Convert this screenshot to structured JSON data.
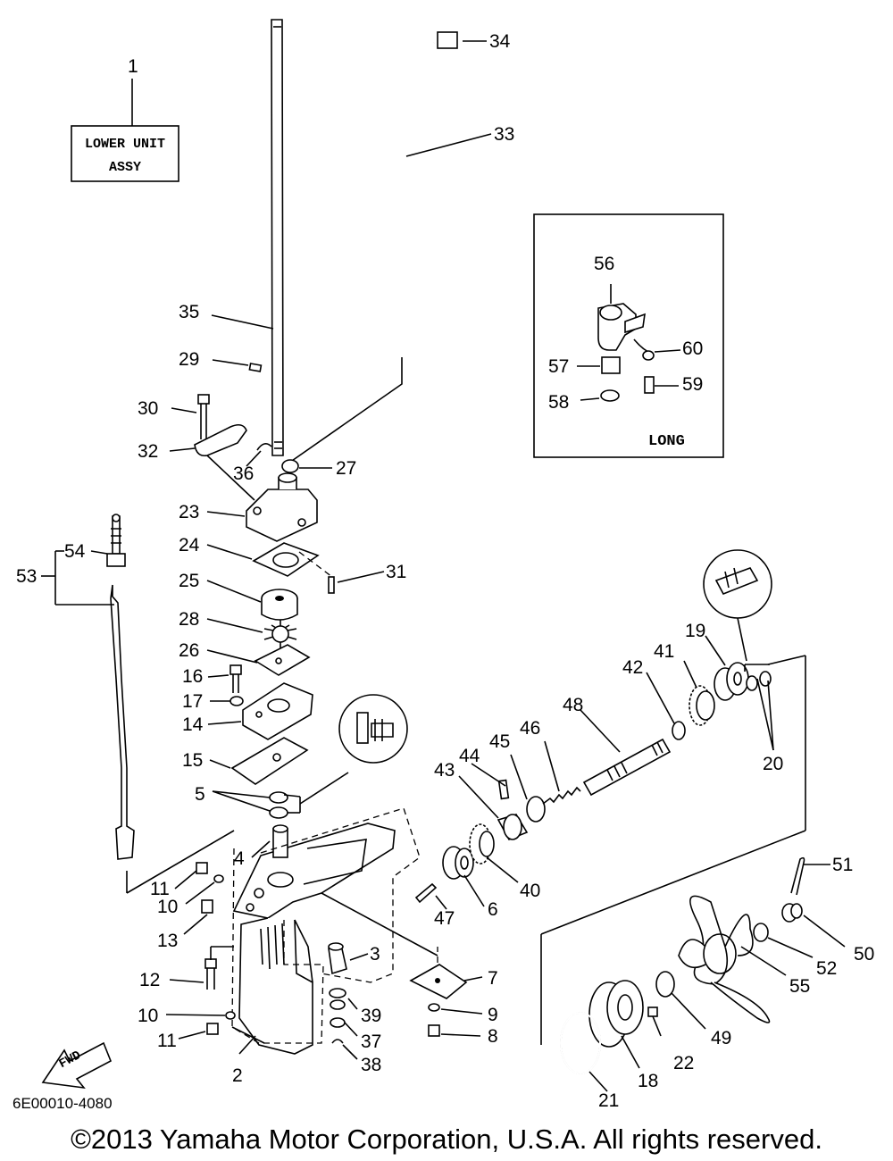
{
  "title_box": {
    "line1": "LOWER UNIT",
    "line2": "ASSY"
  },
  "long_box": {
    "label": "LONG"
  },
  "fwd_label": "FWD",
  "diagram_code": "6E00010-4080",
  "copyright": "©2013 Yamaha Motor Corporation, U.S.A. All rights reserved.",
  "callouts": {
    "c1": "1",
    "c2": "2",
    "c3": "3",
    "c4": "4",
    "c5": "5",
    "c6": "6",
    "c7": "7",
    "c8": "8",
    "c9": "9",
    "c10a": "10",
    "c10b": "10",
    "c11a": "11",
    "c11b": "11",
    "c12": "12",
    "c13": "13",
    "c14": "14",
    "c15": "15",
    "c16": "16",
    "c17": "17",
    "c18": "18",
    "c19": "19",
    "c20": "20",
    "c21": "21",
    "c22": "22",
    "c23": "23",
    "c24": "24",
    "c25": "25",
    "c26": "26",
    "c27": "27",
    "c28": "28",
    "c29": "29",
    "c30": "30",
    "c31": "31",
    "c32": "32",
    "c33": "33",
    "c34": "34",
    "c35": "35",
    "c36": "36",
    "c37": "37",
    "c38": "38",
    "c39": "39",
    "c40": "40",
    "c41": "41",
    "c42": "42",
    "c43": "43",
    "c44": "44",
    "c45": "45",
    "c46": "46",
    "c47": "47",
    "c48": "48",
    "c49": "49",
    "c50": "50",
    "c51": "51",
    "c52": "52",
    "c53": "53",
    "c54": "54",
    "c55": "55",
    "c56": "56",
    "c57": "57",
    "c58": "58",
    "c59": "59",
    "c60": "60"
  }
}
